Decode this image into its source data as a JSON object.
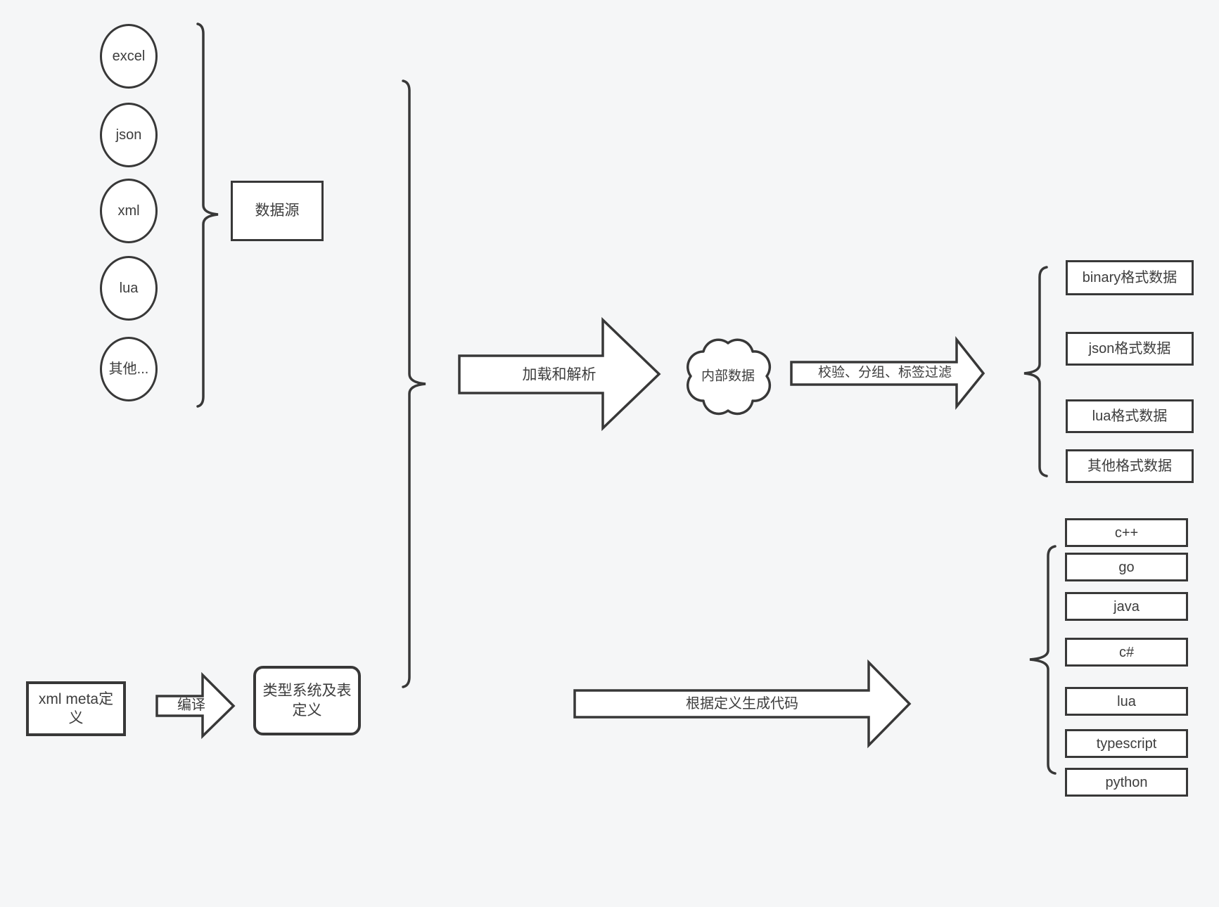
{
  "diagram": {
    "colors": {
      "background": "#f5f6f7",
      "stroke": "#383838",
      "shape_fill": "#ffffff",
      "text": "#3d3d3d"
    },
    "data_sources": {
      "items": [
        "excel",
        "json",
        "xml",
        "lua",
        "其他..."
      ],
      "group_label": "数据源"
    },
    "load_arrow_label": "加载和解析",
    "internal_data_label": "内部数据",
    "filter_arrow_label": "校验、分组、标签过滤",
    "output_formats": [
      "binary格式数据",
      "json格式数据",
      "lua格式数据",
      "其他格式数据"
    ],
    "xml_meta_label": "xml meta定义",
    "compile_arrow_label": "编译",
    "type_system_label": "类型系统及表定义",
    "codegen_arrow_label": "根据定义生成代码",
    "languages": [
      "c++",
      "go",
      "java",
      "c#",
      "lua",
      "typescript",
      "python"
    ]
  }
}
